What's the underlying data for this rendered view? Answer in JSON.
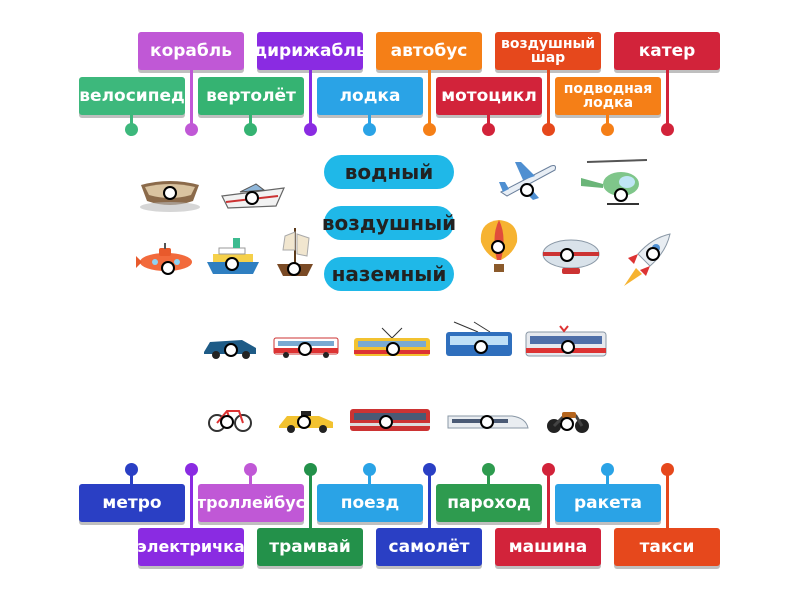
{
  "top_labels": [
    {
      "id": "korabl",
      "text": "корабль",
      "color": "#c058d6"
    },
    {
      "id": "dirizhabl",
      "text": "дирижабль",
      "color": "#8a2be2"
    },
    {
      "id": "avtobus",
      "text": "автобус",
      "color": "#f57f17"
    },
    {
      "id": "vozdushny_shar",
      "text": "воздушный шар",
      "color": "#e6481c"
    },
    {
      "id": "kater",
      "text": "катер",
      "color": "#d2233a"
    },
    {
      "id": "velosiped",
      "text": "велосипед",
      "color": "#3db87c"
    },
    {
      "id": "vertolet",
      "text": "вертолёт",
      "color": "#35b372"
    },
    {
      "id": "lodka",
      "text": "лодка",
      "color": "#2aa3e6"
    },
    {
      "id": "mototsikl",
      "text": "мотоцикл",
      "color": "#d2233a"
    },
    {
      "id": "podvodnaya_lodka",
      "text": "подводная лодка",
      "color": "#f57f17"
    }
  ],
  "bottom_labels": [
    {
      "id": "metro",
      "text": "метро",
      "color": "#2a3fc4"
    },
    {
      "id": "trolleybus",
      "text": "троллейбус",
      "color": "#c058d6"
    },
    {
      "id": "poezd",
      "text": "поезд",
      "color": "#2aa3e6"
    },
    {
      "id": "parokhod",
      "text": "пароход",
      "color": "#2e9b4f"
    },
    {
      "id": "raketa",
      "text": "ракета",
      "color": "#2aa3e6"
    },
    {
      "id": "elektrichka",
      "text": "электричка",
      "color": "#8a2be2"
    },
    {
      "id": "tramvay",
      "text": "трамвай",
      "color": "#23914a"
    },
    {
      "id": "samolet",
      "text": "самолёт",
      "color": "#2a3fc4"
    },
    {
      "id": "mashina",
      "text": "машина",
      "color": "#d2233a"
    },
    {
      "id": "taksi",
      "text": "такси",
      "color": "#e6481c"
    }
  ],
  "categories": [
    "водный",
    "воздушный",
    "наземный"
  ]
}
